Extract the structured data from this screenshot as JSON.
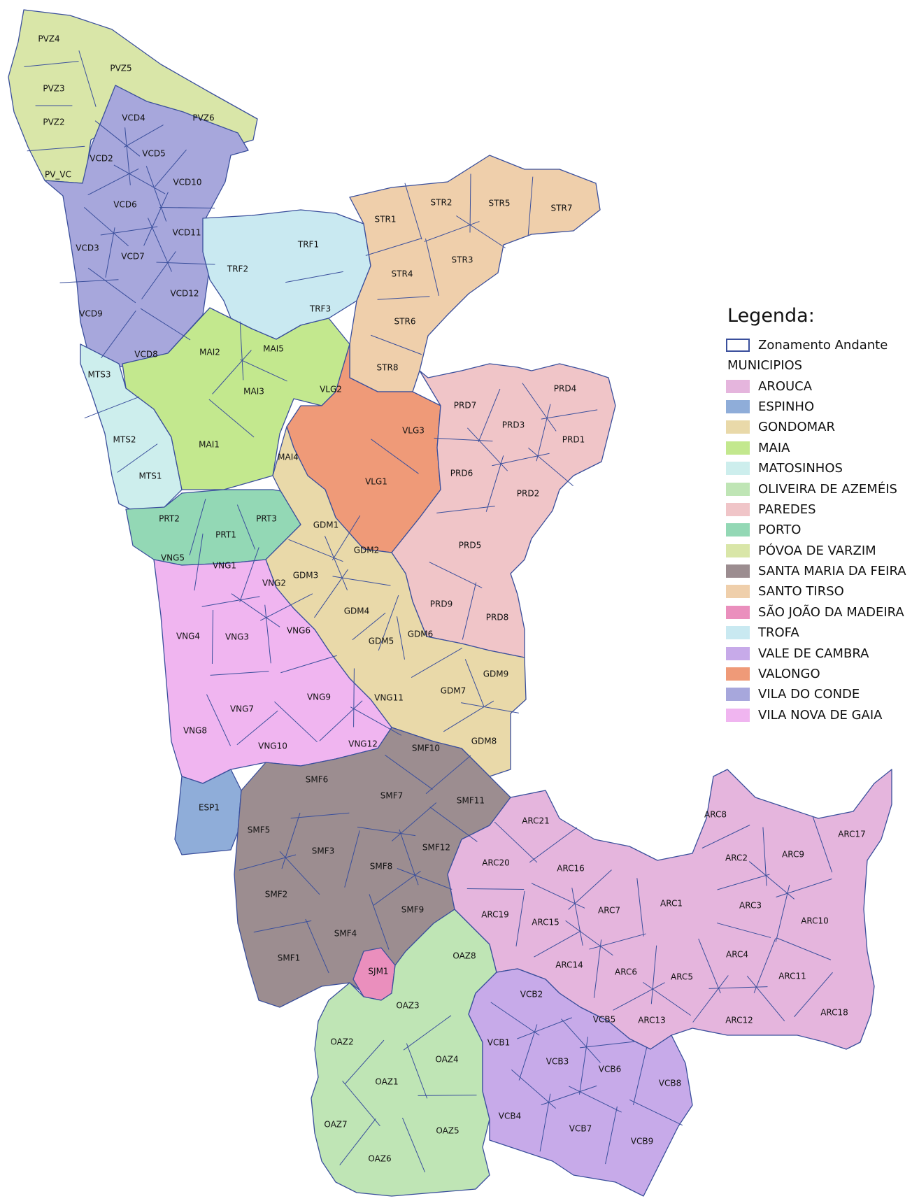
{
  "legend": {
    "title": "Legenda:",
    "zoning_label": "Zonamento Andante",
    "municipios_heading": "MUNICIPIOS",
    "zoning_color": "#3a4f9c",
    "items": [
      {
        "key": "ARC",
        "label": "AROUCA",
        "color": "#e5b5dd"
      },
      {
        "key": "ESP",
        "label": "ESPINHO",
        "color": "#8fadd9"
      },
      {
        "key": "GDM",
        "label": "GONDOMAR",
        "color": "#e9d9a9"
      },
      {
        "key": "MAI",
        "label": "MAIA",
        "color": "#c3e88e"
      },
      {
        "key": "MTS",
        "label": "MATOSINHOS",
        "color": "#cdeeed"
      },
      {
        "key": "OAZ",
        "label": "OLIVEIRA DE AZEMÉIS",
        "color": "#bfe5b5"
      },
      {
        "key": "PRD",
        "label": "PAREDES",
        "color": "#f0c5c8"
      },
      {
        "key": "PRT",
        "label": "PORTO",
        "color": "#93d8b5"
      },
      {
        "key": "PVZ",
        "label": "PÓVOA DE VARZIM",
        "color": "#d9e6a8"
      },
      {
        "key": "SMF",
        "label": "SANTA MARIA DA FEIRA",
        "color": "#9c8d90"
      },
      {
        "key": "STR",
        "label": "SANTO TIRSO",
        "color": "#efcfab"
      },
      {
        "key": "SJM",
        "label": "SÃO JOÃO DA MADEIRA",
        "color": "#ea8fbd"
      },
      {
        "key": "TRF",
        "label": "TROFA",
        "color": "#c9e9f1"
      },
      {
        "key": "VCB",
        "label": "VALE DE CAMBRA",
        "color": "#c7aae9"
      },
      {
        "key": "VLG",
        "label": "VALONGO",
        "color": "#ef9a78"
      },
      {
        "key": "VCD",
        "label": "VILA DO CONDE",
        "color": "#a7a7dc"
      },
      {
        "key": "VNG",
        "label": "VILA NOVA DE GAIA",
        "color": "#f0b5f0"
      }
    ]
  },
  "zones": [
    {
      "id": "PVZ4",
      "m": "PVZ"
    },
    {
      "id": "PVZ5",
      "m": "PVZ"
    },
    {
      "id": "PVZ3",
      "m": "PVZ"
    },
    {
      "id": "PVZ2",
      "m": "PVZ"
    },
    {
      "id": "PVZ6",
      "m": "PVZ"
    },
    {
      "id": "PV_VC",
      "m": "PVZ"
    },
    {
      "id": "VCD4",
      "m": "VCD"
    },
    {
      "id": "VCD2",
      "m": "VCD"
    },
    {
      "id": "VCD5",
      "m": "VCD"
    },
    {
      "id": "VCD10",
      "m": "VCD"
    },
    {
      "id": "VCD6",
      "m": "VCD"
    },
    {
      "id": "VCD3",
      "m": "VCD"
    },
    {
      "id": "VCD7",
      "m": "VCD"
    },
    {
      "id": "VCD11",
      "m": "VCD"
    },
    {
      "id": "VCD12",
      "m": "VCD"
    },
    {
      "id": "VCD9",
      "m": "VCD"
    },
    {
      "id": "VCD8",
      "m": "VCD"
    },
    {
      "id": "TRF1",
      "m": "TRF"
    },
    {
      "id": "TRF2",
      "m": "TRF"
    },
    {
      "id": "TRF3",
      "m": "TRF"
    },
    {
      "id": "MTS3",
      "m": "MTS"
    },
    {
      "id": "MTS2",
      "m": "MTS"
    },
    {
      "id": "MTS1",
      "m": "MTS"
    },
    {
      "id": "MAI2",
      "m": "MAI"
    },
    {
      "id": "MAI5",
      "m": "MAI"
    },
    {
      "id": "MAI3",
      "m": "MAI"
    },
    {
      "id": "MAI1",
      "m": "MAI"
    },
    {
      "id": "MAI4",
      "m": "MAI"
    },
    {
      "id": "STR1",
      "m": "STR"
    },
    {
      "id": "STR2",
      "m": "STR"
    },
    {
      "id": "STR5",
      "m": "STR"
    },
    {
      "id": "STR7",
      "m": "STR"
    },
    {
      "id": "STR3",
      "m": "STR"
    },
    {
      "id": "STR4",
      "m": "STR"
    },
    {
      "id": "STR6",
      "m": "STR"
    },
    {
      "id": "STR8",
      "m": "STR"
    },
    {
      "id": "VLG2",
      "m": "VLG"
    },
    {
      "id": "VLG3",
      "m": "VLG"
    },
    {
      "id": "VLG1",
      "m": "VLG"
    },
    {
      "id": "PRD7",
      "m": "PRD"
    },
    {
      "id": "PRD4",
      "m": "PRD"
    },
    {
      "id": "PRD3",
      "m": "PRD"
    },
    {
      "id": "PRD1",
      "m": "PRD"
    },
    {
      "id": "PRD6",
      "m": "PRD"
    },
    {
      "id": "PRD2",
      "m": "PRD"
    },
    {
      "id": "PRD5",
      "m": "PRD"
    },
    {
      "id": "PRD9",
      "m": "PRD"
    },
    {
      "id": "PRD8",
      "m": "PRD"
    },
    {
      "id": "PRT2",
      "m": "PRT"
    },
    {
      "id": "PRT1",
      "m": "PRT"
    },
    {
      "id": "PRT3",
      "m": "PRT"
    },
    {
      "id": "GDM1",
      "m": "GDM"
    },
    {
      "id": "GDM2",
      "m": "GDM"
    },
    {
      "id": "GDM3",
      "m": "GDM"
    },
    {
      "id": "GDM4",
      "m": "GDM"
    },
    {
      "id": "GDM5",
      "m": "GDM"
    },
    {
      "id": "GDM6",
      "m": "GDM"
    },
    {
      "id": "GDM7",
      "m": "GDM"
    },
    {
      "id": "GDM9",
      "m": "GDM"
    },
    {
      "id": "GDM8",
      "m": "GDM"
    },
    {
      "id": "VNG5",
      "m": "VNG"
    },
    {
      "id": "VNG1",
      "m": "VNG"
    },
    {
      "id": "VNG2",
      "m": "VNG"
    },
    {
      "id": "VNG4",
      "m": "VNG"
    },
    {
      "id": "VNG3",
      "m": "VNG"
    },
    {
      "id": "VNG6",
      "m": "VNG"
    },
    {
      "id": "VNG9",
      "m": "VNG"
    },
    {
      "id": "VNG11",
      "m": "VNG"
    },
    {
      "id": "VNG7",
      "m": "VNG"
    },
    {
      "id": "VNG8",
      "m": "VNG"
    },
    {
      "id": "VNG10",
      "m": "VNG"
    },
    {
      "id": "VNG12",
      "m": "VNG"
    },
    {
      "id": "ESP1",
      "m": "ESP"
    },
    {
      "id": "SMF10",
      "m": "SMF"
    },
    {
      "id": "SMF6",
      "m": "SMF"
    },
    {
      "id": "SMF7",
      "m": "SMF"
    },
    {
      "id": "SMF11",
      "m": "SMF"
    },
    {
      "id": "SMF5",
      "m": "SMF"
    },
    {
      "id": "SMF3",
      "m": "SMF"
    },
    {
      "id": "SMF12",
      "m": "SMF"
    },
    {
      "id": "SMF8",
      "m": "SMF"
    },
    {
      "id": "SMF2",
      "m": "SMF"
    },
    {
      "id": "SMF9",
      "m": "SMF"
    },
    {
      "id": "SMF4",
      "m": "SMF"
    },
    {
      "id": "SMF1",
      "m": "SMF"
    },
    {
      "id": "SJM1",
      "m": "SJM"
    },
    {
      "id": "OAZ8",
      "m": "OAZ"
    },
    {
      "id": "OAZ3",
      "m": "OAZ"
    },
    {
      "id": "OAZ2",
      "m": "OAZ"
    },
    {
      "id": "OAZ4",
      "m": "OAZ"
    },
    {
      "id": "OAZ1",
      "m": "OAZ"
    },
    {
      "id": "OAZ7",
      "m": "OAZ"
    },
    {
      "id": "OAZ5",
      "m": "OAZ"
    },
    {
      "id": "OAZ6",
      "m": "OAZ"
    },
    {
      "id": "ARC21",
      "m": "ARC"
    },
    {
      "id": "ARC20",
      "m": "ARC"
    },
    {
      "id": "ARC16",
      "m": "ARC"
    },
    {
      "id": "ARC8",
      "m": "ARC"
    },
    {
      "id": "ARC17",
      "m": "ARC"
    },
    {
      "id": "ARC2",
      "m": "ARC"
    },
    {
      "id": "ARC9",
      "m": "ARC"
    },
    {
      "id": "ARC1",
      "m": "ARC"
    },
    {
      "id": "ARC7",
      "m": "ARC"
    },
    {
      "id": "ARC19",
      "m": "ARC"
    },
    {
      "id": "ARC15",
      "m": "ARC"
    },
    {
      "id": "ARC3",
      "m": "ARC"
    },
    {
      "id": "ARC10",
      "m": "ARC"
    },
    {
      "id": "ARC14",
      "m": "ARC"
    },
    {
      "id": "ARC6",
      "m": "ARC"
    },
    {
      "id": "ARC5",
      "m": "ARC"
    },
    {
      "id": "ARC4",
      "m": "ARC"
    },
    {
      "id": "ARC11",
      "m": "ARC"
    },
    {
      "id": "ARC13",
      "m": "ARC"
    },
    {
      "id": "ARC12",
      "m": "ARC"
    },
    {
      "id": "ARC18",
      "m": "ARC"
    },
    {
      "id": "VCB2",
      "m": "VCB"
    },
    {
      "id": "VCB5",
      "m": "VCB"
    },
    {
      "id": "VCB1",
      "m": "VCB"
    },
    {
      "id": "VCB3",
      "m": "VCB"
    },
    {
      "id": "VCB6",
      "m": "VCB"
    },
    {
      "id": "VCB8",
      "m": "VCB"
    },
    {
      "id": "VCB4",
      "m": "VCB"
    },
    {
      "id": "VCB7",
      "m": "VCB"
    },
    {
      "id": "VCB9",
      "m": "VCB"
    }
  ]
}
